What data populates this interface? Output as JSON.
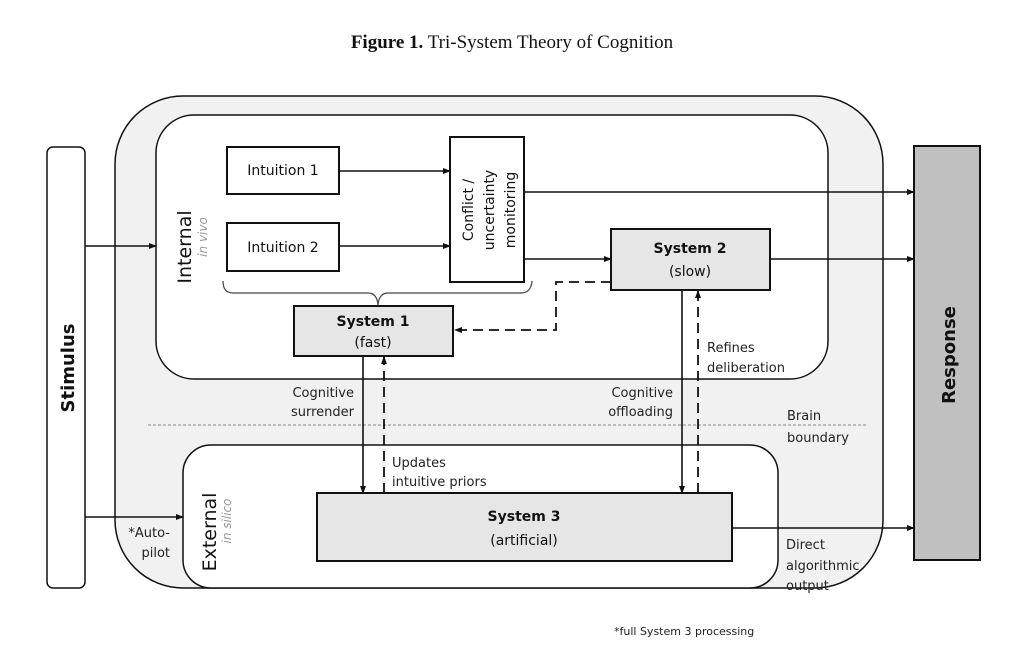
{
  "figure": {
    "title_bold": "Figure 1.",
    "title_rest": " Tri-System Theory of Cognition"
  },
  "colors": {
    "outer_fill": "#f1f1f1",
    "inner_fill": "#ffffff",
    "system_fill": "#e6e6e6",
    "response_fill": "#c0c0c0",
    "stroke": "#111111",
    "region_sub_text": "#999999"
  },
  "nodes": {
    "stimulus": "Stimulus",
    "response": "Response",
    "intuition1": "Intuition 1",
    "intuition2": "Intuition 2",
    "conflict": [
      "Conflict /",
      "uncertainty",
      "monitoring"
    ],
    "system1": {
      "name": "System 1",
      "sub": "(fast)"
    },
    "system2": {
      "name": "System 2",
      "sub": "(slow)"
    },
    "system3": {
      "name": "System 3",
      "sub": "(artificial)"
    }
  },
  "regions": {
    "internal": {
      "label": "Internal",
      "sub": "in vivo"
    },
    "external": {
      "label": "External",
      "sub": "in silico"
    }
  },
  "edge_labels": {
    "cognitive_surrender": [
      "Cognitive",
      "surrender"
    ],
    "updates_priors": [
      "Updates",
      "intuitive priors"
    ],
    "cognitive_offloading": [
      "Cognitive",
      "offloading"
    ],
    "refines_deliberation": [
      "Refines",
      "deliberation"
    ],
    "brain_boundary": [
      "Brain",
      "boundary"
    ],
    "autopilot": [
      "*Auto-",
      "pilot"
    ],
    "direct_output": [
      "Direct",
      "algorithmic",
      "output"
    ]
  },
  "footnote": "*full System 3 processing"
}
